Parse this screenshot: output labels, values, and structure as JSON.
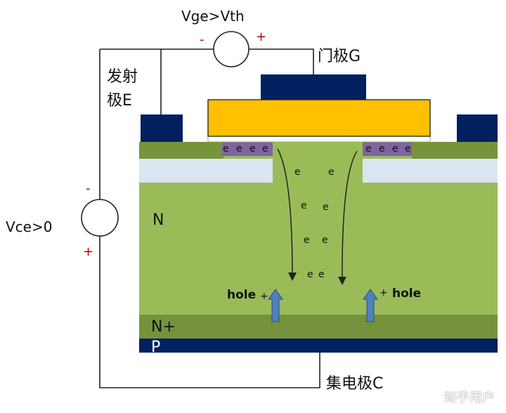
{
  "labels": {
    "vge": "Vge>Vth",
    "gate": "门极G",
    "emitter_line1": "发射",
    "emitter_line2": "极E",
    "vce": "Vce>0",
    "collector": "集电极C",
    "n_region": "N",
    "n_plus": "N+",
    "p_layer": "P",
    "hole": "hole",
    "electron": "e",
    "minus": "-",
    "plus": "+"
  },
  "watermark": "知乎用户",
  "colors": {
    "drift_region": "#9bbb59",
    "surface_layer": "#77933c",
    "n_plus_layer": "#76923c",
    "p_layer": "#002060",
    "contact_metal": "#002060",
    "gate_oxide": "#ffc000",
    "p_well": "#dbe5f1",
    "n_plus_emitter": "#8064a2",
    "arrow": "#4f81bd",
    "polarity": "#c00000"
  }
}
